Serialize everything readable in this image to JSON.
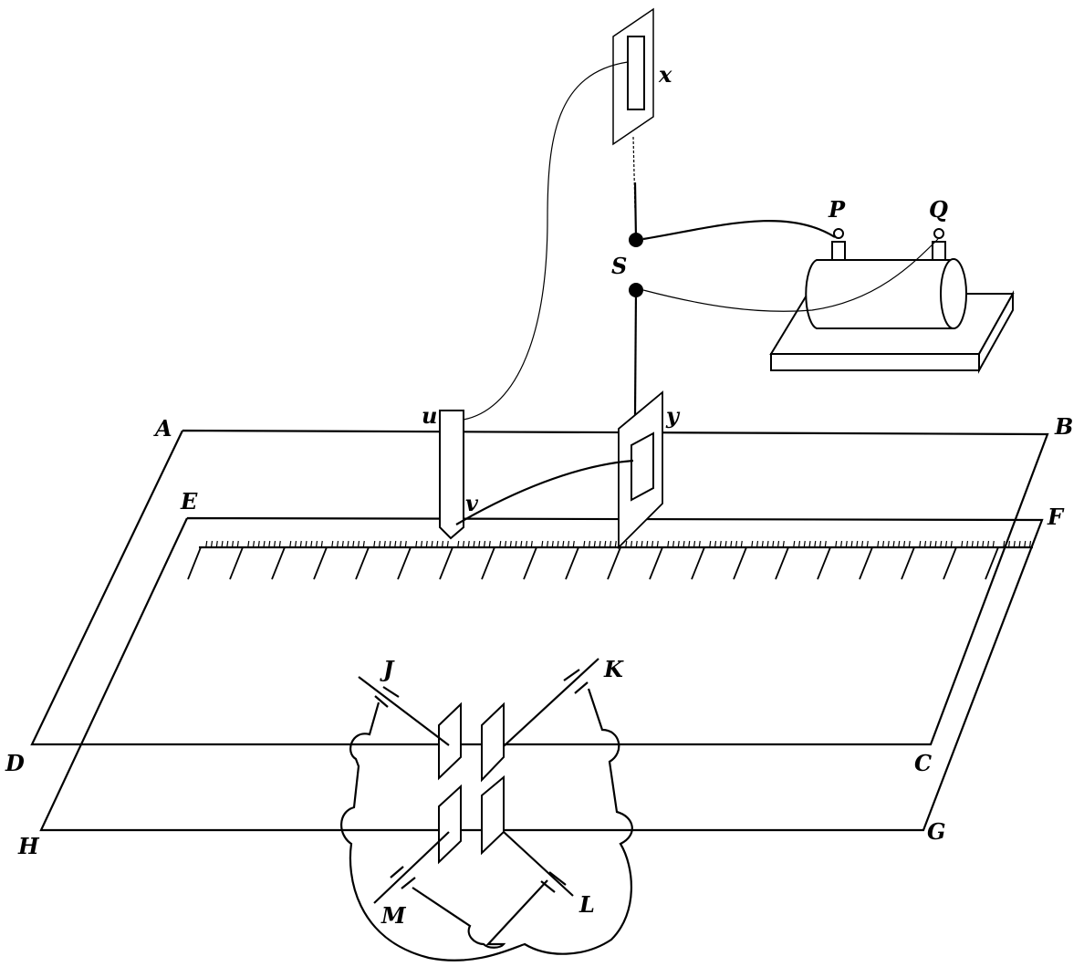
{
  "labels": {
    "x": "x",
    "P": "P",
    "Q": "Q",
    "S": "S",
    "u": "u",
    "y": "y",
    "A": "A",
    "B": "B",
    "E": "E",
    "F": "F",
    "v": "v",
    "J": "J",
    "K": "K",
    "D": "D",
    "C": "C",
    "H": "H",
    "G": "G",
    "M": "M",
    "L": "L"
  }
}
